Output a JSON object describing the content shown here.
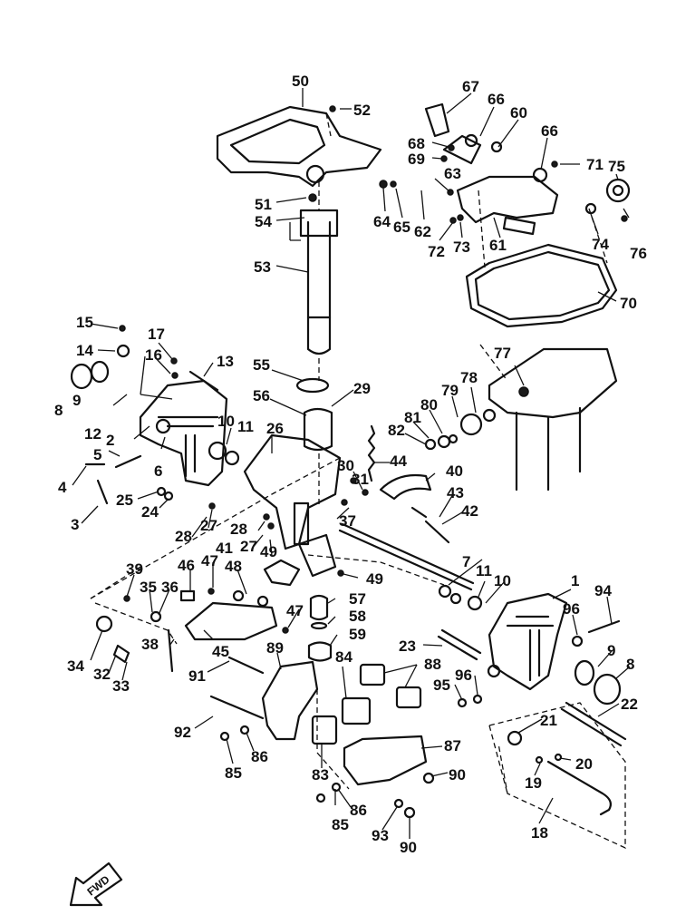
{
  "fwd_label": "FWD",
  "callouts": [
    "1",
    "2",
    "3",
    "4",
    "5",
    "6",
    "7",
    "8",
    "8",
    "9",
    "9",
    "10",
    "10",
    "11",
    "11",
    "12",
    "13",
    "14",
    "15",
    "16",
    "17",
    "18",
    "19",
    "20",
    "21",
    "22",
    "23",
    "24",
    "25",
    "26",
    "27",
    "27",
    "28",
    "28",
    "29",
    "30",
    "31",
    "32",
    "33",
    "34",
    "35",
    "36",
    "37",
    "38",
    "39",
    "40",
    "41",
    "42",
    "43",
    "44",
    "45",
    "46",
    "47",
    "47",
    "48",
    "49",
    "49",
    "50",
    "51",
    "52",
    "53",
    "54",
    "55",
    "56",
    "57",
    "58",
    "59",
    "60",
    "61",
    "62",
    "63",
    "64",
    "65",
    "66",
    "66",
    "67",
    "68",
    "69",
    "70",
    "71",
    "72",
    "73",
    "74",
    "75",
    "76",
    "77",
    "78",
    "79",
    "80",
    "81",
    "82",
    "83",
    "84",
    "85",
    "85",
    "86",
    "86",
    "87",
    "88",
    "89",
    "90",
    "90",
    "91",
    "92",
    "93",
    "94",
    "95",
    "96",
    "96"
  ]
}
